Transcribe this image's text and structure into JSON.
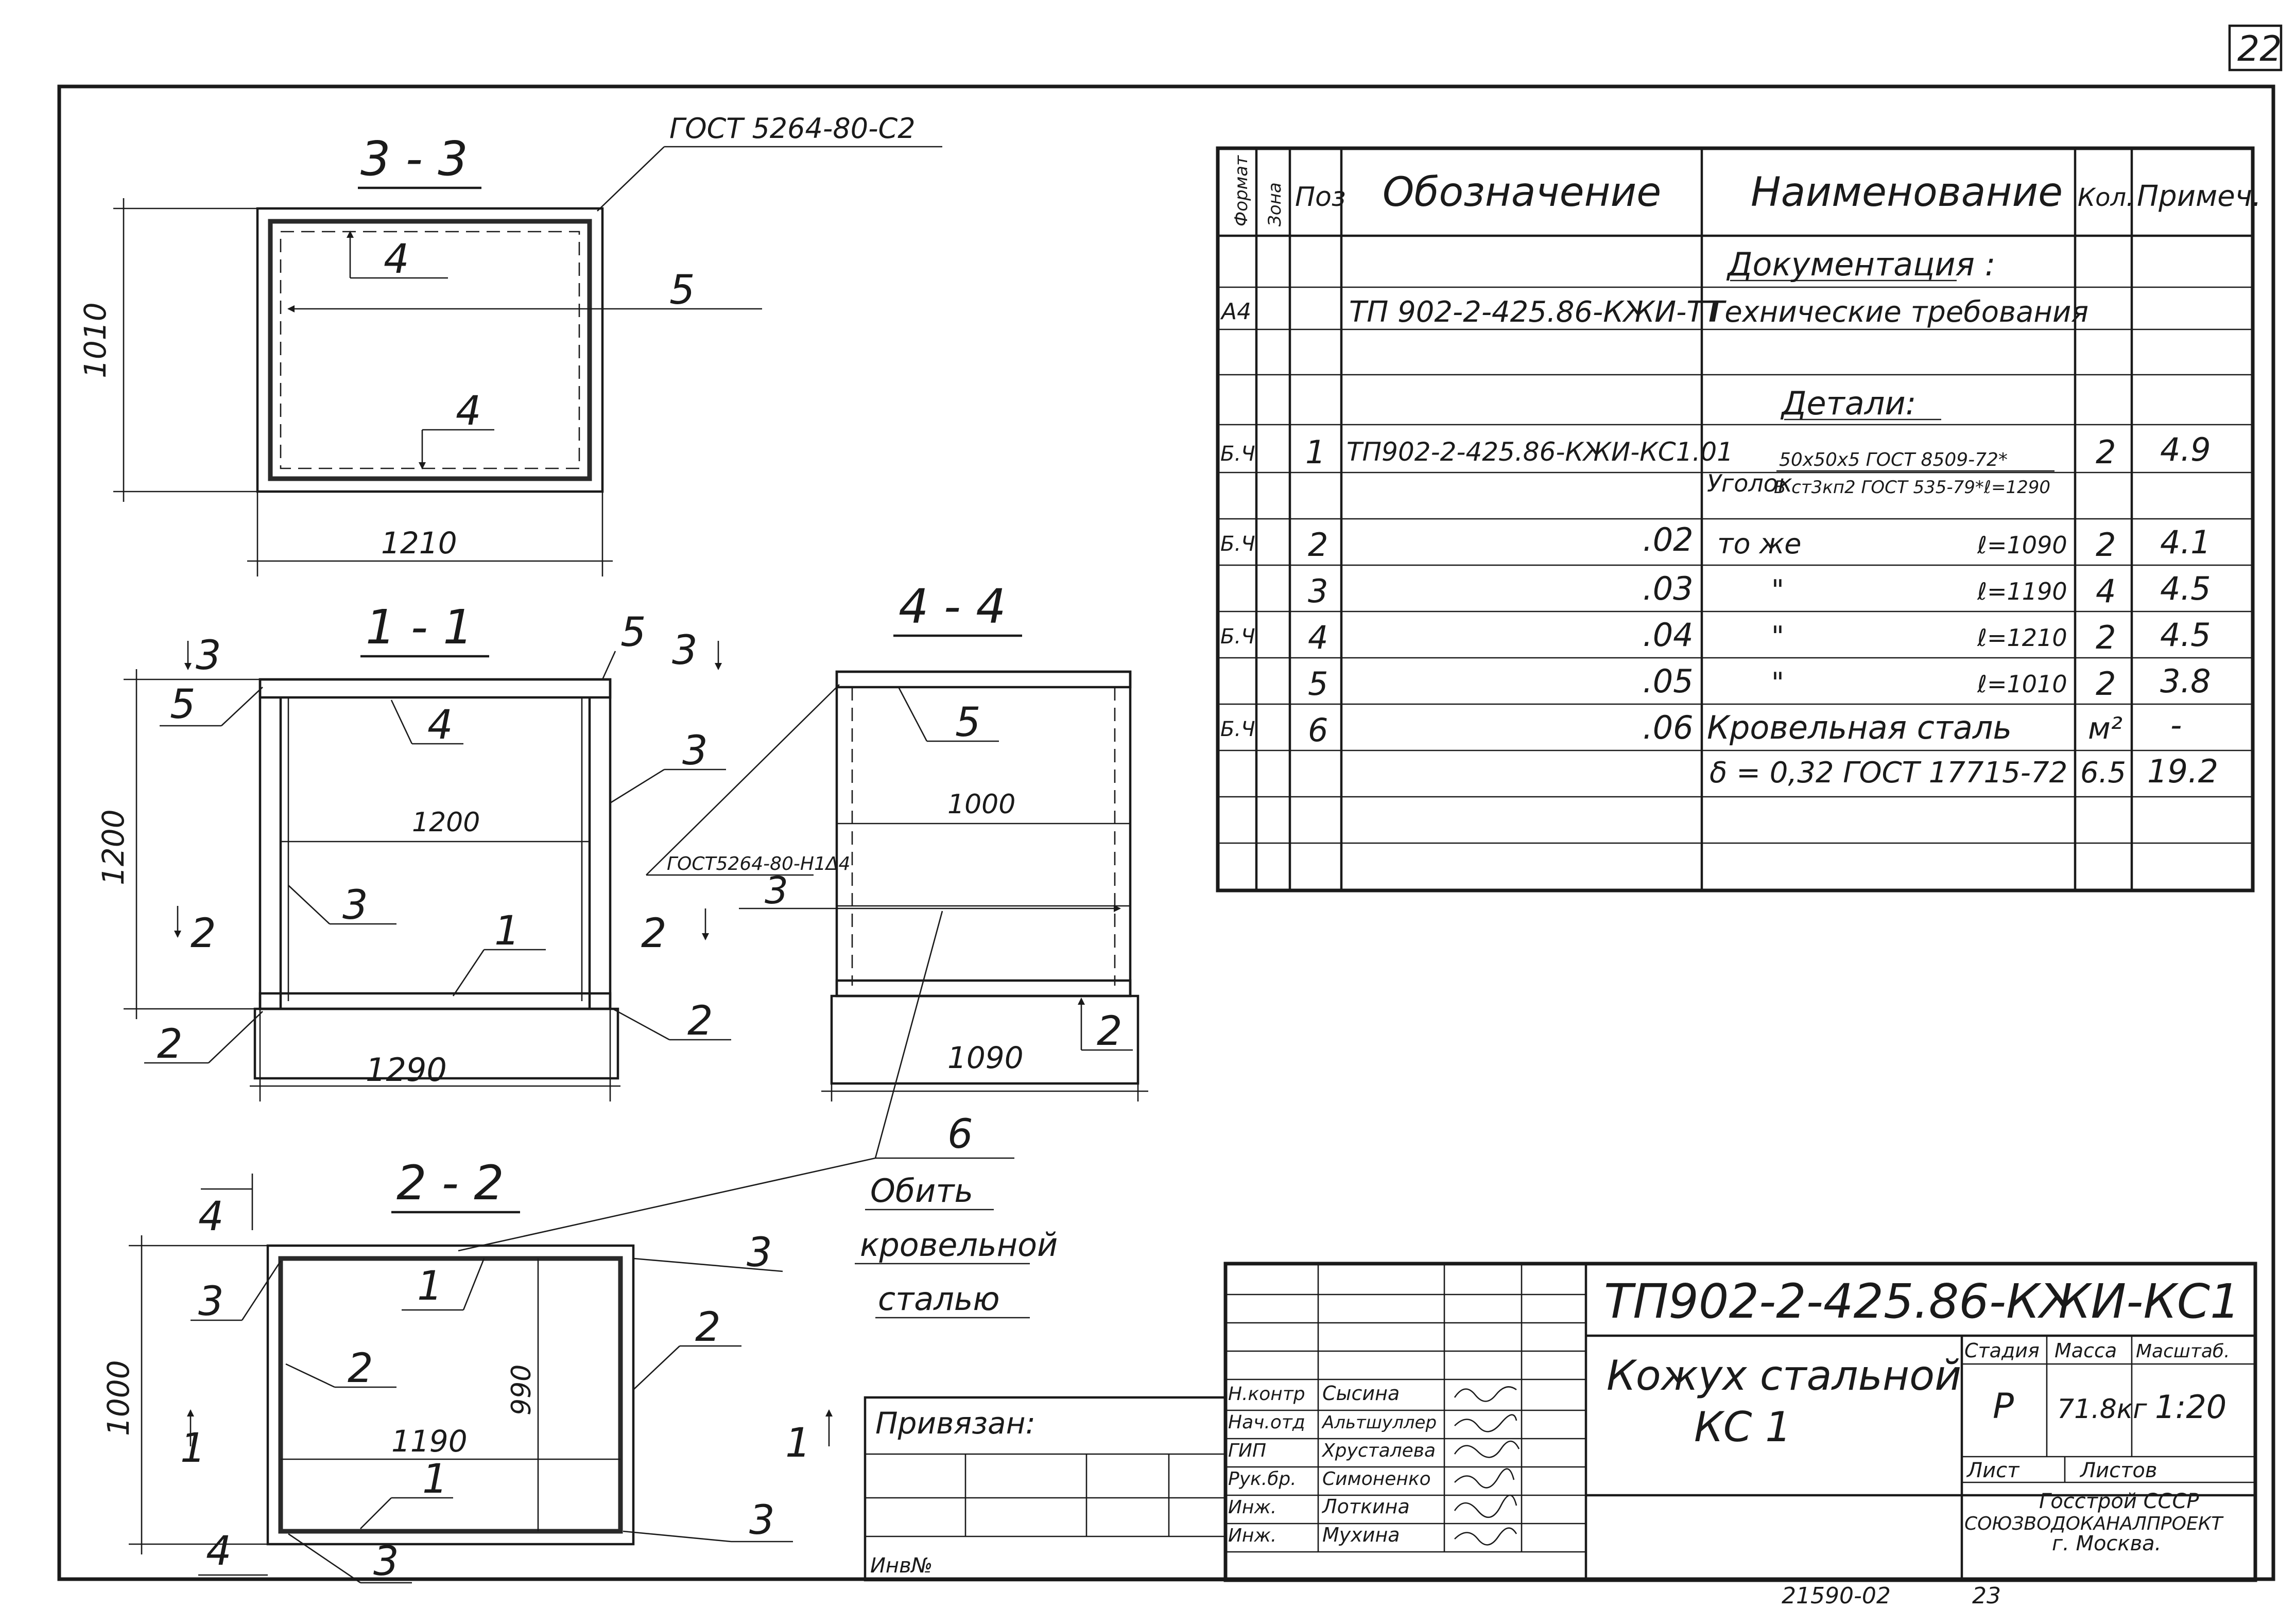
{
  "sheet": {
    "page_number": "22",
    "drawing_code": "ТП902-2-425.86-КЖИ-КС1",
    "title_line1": "Кожух стальной",
    "title_line2": "КС 1",
    "attached_label": "Привязан:",
    "inventory_label": "Инв№",
    "footer_number": "21590-02",
    "footer_page": "23"
  },
  "sections": {
    "s33": {
      "title": "3 - 3",
      "weld_note": "ГОСТ 5264-80-С2",
      "dim_height": "1010",
      "dim_width": "1210",
      "callouts": [
        "4",
        "5",
        "4"
      ]
    },
    "s11": {
      "title": "1 - 1",
      "cut_marks": [
        "3",
        "3",
        "2",
        "2"
      ],
      "dim_height": "1200",
      "dim_inner": "1200",
      "dim_width": "1290",
      "callouts": [
        "5",
        "4",
        "5",
        "3",
        "3",
        "1",
        "2",
        "2"
      ]
    },
    "s44": {
      "title": "4 - 4",
      "weld_note": "ГОСТ5264-80-Н1Δ4",
      "dim_inner": "1000",
      "dim_width": "1090",
      "callouts": [
        "5",
        "3",
        "2"
      ]
    },
    "s22": {
      "title": "2 - 2",
      "cut_marks": [
        "4",
        "4",
        "1",
        "1"
      ],
      "dim_height": "1000",
      "dim_inner_height": "990",
      "dim_inner": "1190",
      "callouts": [
        "3",
        "3",
        "2",
        "2",
        "1",
        "1",
        "3",
        "3"
      ]
    },
    "note6": {
      "number": "6",
      "line1": "Обить",
      "line2": "кровельной",
      "line3": "сталью"
    }
  },
  "spec_table": {
    "headers": [
      "Формат",
      "Зона",
      "Поз",
      "Обозначение",
      "Наименование",
      "Кол.",
      "Примеч."
    ],
    "section_docs": "Документация :",
    "section_parts": "Детали:",
    "rows": [
      {
        "format": "А4",
        "pos": "",
        "designation": "ТП 902-2-425.86-КЖИ-ТТ",
        "name": "Технические требования",
        "name_len": "",
        "qty": "",
        "note": ""
      },
      {
        "format": "Б.Ч",
        "pos": "1",
        "designation": "ТП902-2-425.86-КЖИ-КС1.01",
        "name": "Уголок",
        "name_len": "",
        "qty": "2",
        "note": "4.9"
      },
      {
        "format": "Б.Ч",
        "pos": "2",
        "designation": ".02",
        "name": "то же",
        "name_len": "ℓ=1090",
        "qty": "2",
        "note": "4.1"
      },
      {
        "format": "",
        "pos": "3",
        "designation": ".03",
        "name": "\"",
        "name_len": "ℓ=1190",
        "qty": "4",
        "note": "4.5"
      },
      {
        "format": "Б.Ч",
        "pos": "4",
        "designation": ".04",
        "name": "\"",
        "name_len": "ℓ=1210",
        "qty": "2",
        "note": "4.5"
      },
      {
        "format": "",
        "pos": "5",
        "designation": ".05",
        "name": "\"",
        "name_len": "ℓ=1010",
        "qty": "2",
        "note": "3.8"
      },
      {
        "format": "Б.Ч",
        "pos": "6",
        "designation": ".06",
        "name": "Кровельная сталь",
        "name_len": "",
        "qty": "м²",
        "note": "-"
      }
    ],
    "ugolok_spec_top": "50х50х5 ГОСТ 8509-72*",
    "ugolok_spec_bottom": "В ст3кп2 ГОСТ 535-79*ℓ=1290",
    "roof_steel_spec": "δ = 0,32 ГОСТ 17715-72",
    "roof_steel_qty": "6.5",
    "roof_steel_note": "19.2"
  },
  "title_block": {
    "roles": [
      "Н.контр",
      "Нач.отд",
      "ГИП",
      "Рук.бр.",
      "Инж.",
      "Инж."
    ],
    "names": [
      "Сысина",
      "Альтшуллер",
      "Хрусталева",
      "Симоненко",
      "Лоткина",
      "Мухина"
    ],
    "stage_label": "Стадия",
    "mass_label": "Масса",
    "scale_label": "Масштаб.",
    "stage_value": "Р",
    "mass_value": "71.8кг",
    "scale_value": "1:20",
    "sheet_label": "Лист",
    "sheets_label": "Листов",
    "org_line1": "Госстрой СССР",
    "org_line2": "СОЮЗВОДОКАНАЛПРОЕКТ",
    "org_line3": "г. Москва."
  }
}
